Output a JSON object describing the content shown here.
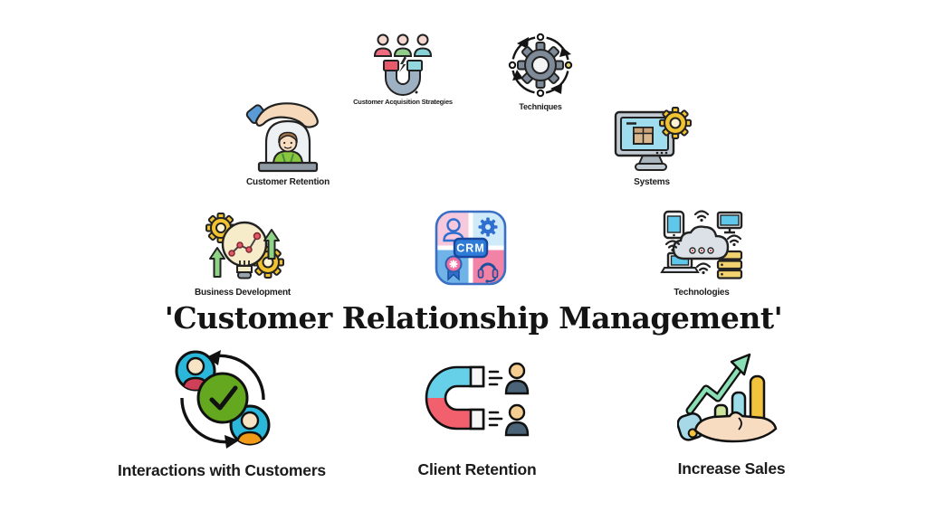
{
  "title": "'Customer Relationship Management'",
  "center": {
    "label": "CRM"
  },
  "nodes": {
    "acquisition": {
      "label": "Customer Acquisition Strategies"
    },
    "techniques": {
      "label": "Techniques"
    },
    "retention": {
      "label": "Customer Retention"
    },
    "systems": {
      "label": "Systems"
    },
    "business": {
      "label": "Business Development"
    },
    "technologies": {
      "label": "Technologies"
    },
    "interactions": {
      "label": "Interactions with Customers"
    },
    "client_retention": {
      "label": "Client Retention"
    },
    "increase_sales": {
      "label": "Increase Sales"
    }
  },
  "colors": {
    "background": "#ffffff",
    "text": "#1b1b1b",
    "magnet_red": "#e85a6b",
    "magnet_cyan": "#8fd8df",
    "magnet_body": "#9db1c2",
    "gear_gray": "#7e8a97",
    "gear_yellow": "#f2c330",
    "screen_cyan": "#9fdcee",
    "skin": "#f6d8bb",
    "sleeve_blue": "#5b9bd5",
    "shirt_green": "#8cc63f",
    "arrow_green": "#8fd387",
    "crm_badge_blue": "#2f7cd8",
    "crm_pink": "#f8c9dc",
    "crm_lightblue": "#cfeaf8",
    "crm_blue": "#6fb3e8",
    "crm_rose": "#f283a6",
    "avatar_cyan": "#2bb7da",
    "check_green": "#63a81f",
    "shirt_red": "#cf4058",
    "shirt_orange": "#f09a18",
    "bar_green": "#cde49c",
    "bar_cyan": "#9adce8",
    "bar_yellow": "#f2c33c",
    "mint_arrow": "#8ae0b4",
    "server_yellow": "#f3d370",
    "person_navy": "#4a6377"
  }
}
